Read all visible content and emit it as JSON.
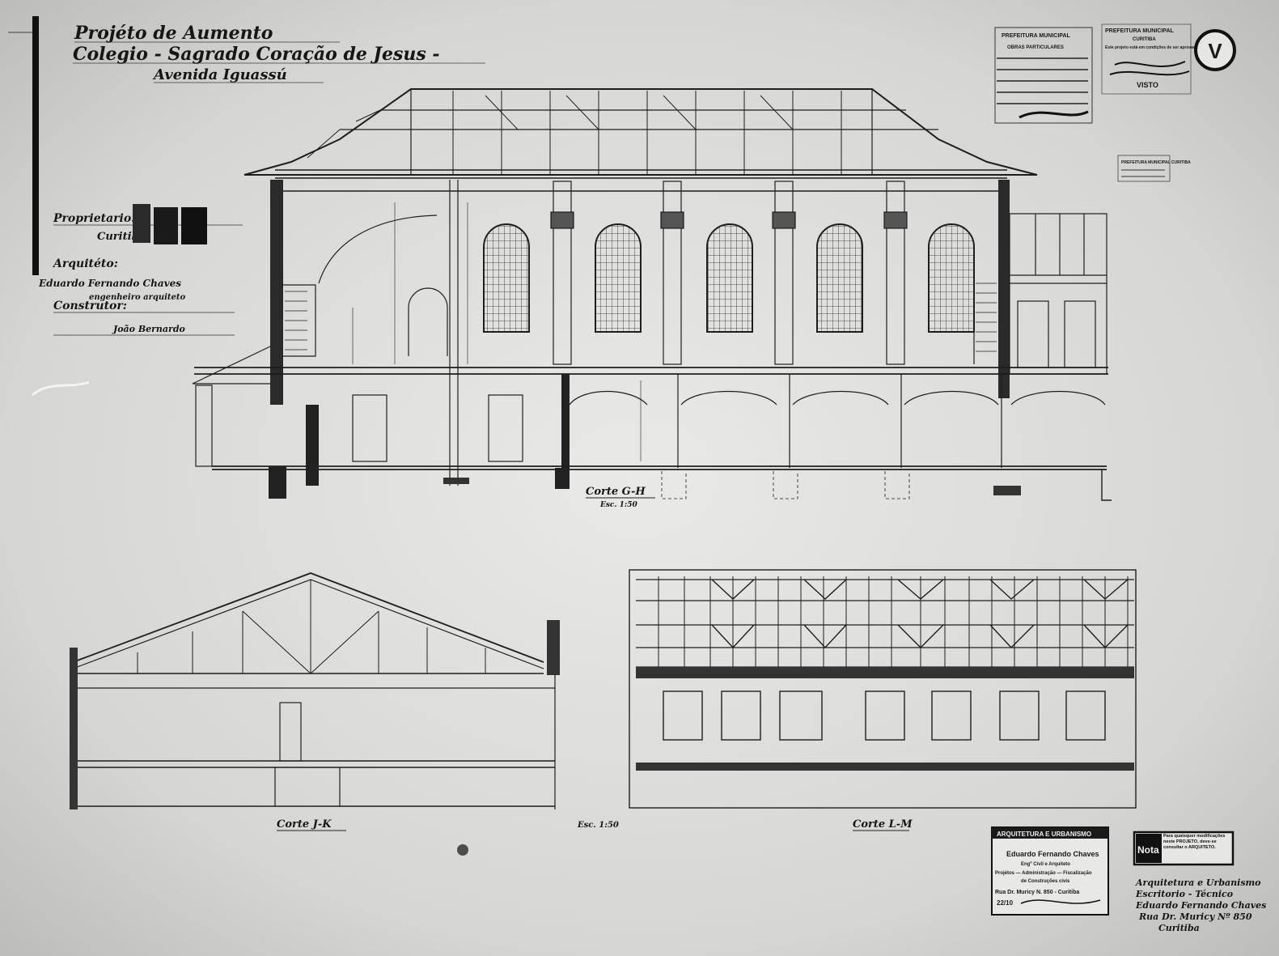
{
  "title_block": {
    "line1": "Projéto de Aumento",
    "line2": "Colegio - Sagrado Coração de Jesus -",
    "line3": "Avenida Iguassú"
  },
  "left_labels": {
    "owner_label": "Proprietario:",
    "owner_value": "Curitiba",
    "architect_label": "Arquitéto:",
    "architect_value": "Eduardo Fernando Chaves",
    "architect_sub": "engenheiro arquiteto",
    "builder_label": "Construtor:",
    "builder_value": "João Bernardo"
  },
  "stamps": {
    "prefeitura_1": "PREFEITURA MUNICIPAL",
    "prefeitura_1_sub": "OBRAS PARTICULARES",
    "prefeitura_2": "PREFEITURA MUNICIPAL",
    "prefeitura_2_sub1": "CURITIBA",
    "prefeitura_2_sub2": "Este projeto está em condições de ser aprovado.",
    "visto": "VISTO",
    "sheet_number": "V",
    "small_stamp": "PREFEITURA MUNICIPAL CURITIBA"
  },
  "sections": {
    "main_caption": "Corte G-H",
    "main_scale": "Esc. 1:50",
    "left_caption": "Corte J-K",
    "left_scale": "Esc. 1:50",
    "right_caption": "Corte L-M"
  },
  "office_stamp": {
    "heading": "ARQUITETURA E URBANISMO",
    "name": "Eduardo Fernando Chaves",
    "role": "Engº Civil e Arquiteto",
    "services": "Projétos — Administração — Fiscalização",
    "services2": "de Construções civis",
    "address": "Rua Dr. Muricy N. 850 - Curitiba",
    "footer_number": "22/10"
  },
  "nota": {
    "label": "Nota",
    "text": "Para quaisquer modificações neste PROJETO, deve-se consultar o ARQUITETO."
  },
  "signature_block": {
    "line1": "Arquitetura e Urbanismo",
    "line2": "Escritorio - Técnico",
    "line3": "Eduardo Fernando Chaves",
    "line4": "Rua Dr. Muricy Nº 850",
    "line5": "Curitiba"
  },
  "colors": {
    "paper": "#d9d9d7",
    "ink": "#1e1e1e"
  }
}
